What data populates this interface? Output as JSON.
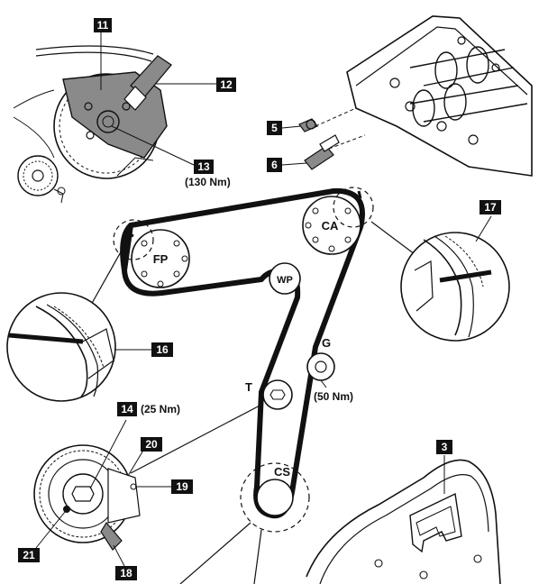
{
  "callouts": {
    "c3": "3",
    "c5": "5",
    "c6": "6",
    "c11": "11",
    "c12": "12",
    "c13": "13",
    "c14": "14",
    "c16": "16",
    "c17": "17",
    "c18": "18",
    "c19": "19",
    "c20": "20",
    "c21": "21"
  },
  "torques": {
    "t13": "(130 Nm)",
    "t14": "(25 Nm)",
    "tG": "(50 Nm)"
  },
  "pulleys": {
    "fp": "FP",
    "ca": "CA",
    "wp": "WP",
    "g": "G",
    "t": "T",
    "cs": "CS"
  },
  "colors": {
    "ink": "#111111",
    "fill_gray": "#8a8a8a",
    "background": "#ffffff"
  }
}
